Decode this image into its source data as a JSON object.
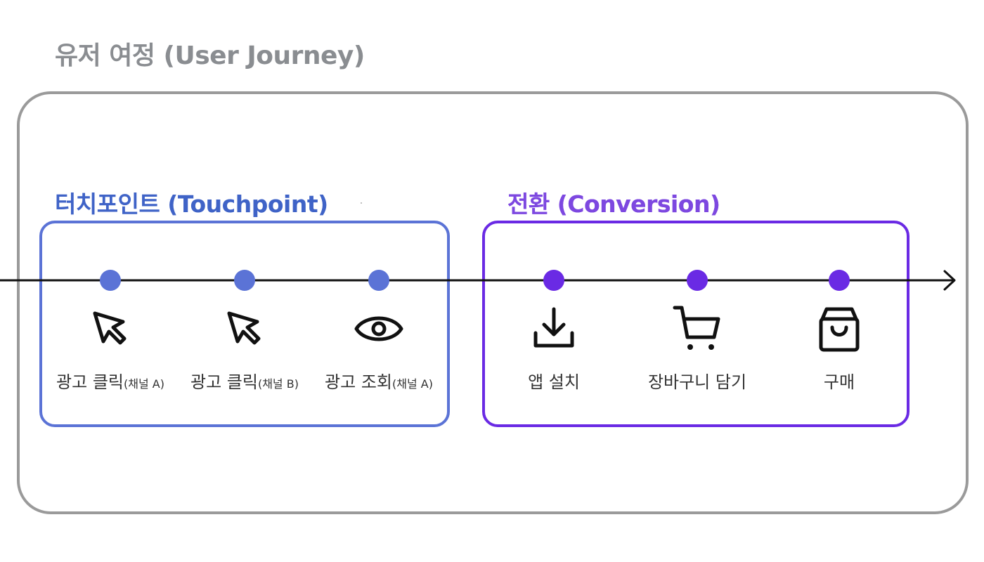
{
  "title": "유저 여정 (User Journey)",
  "groups": {
    "touchpoint": {
      "title": "터치포인트 (Touchpoint)",
      "color": "#5b73d6",
      "title_color": "#3f63c7",
      "steps": [
        {
          "label": "광고 클릭",
          "sub": "(채널 A)",
          "icon": "cursor-icon"
        },
        {
          "label": "광고 클릭",
          "sub": "(채널 B)",
          "icon": "cursor-icon"
        },
        {
          "label": "광고 조회",
          "sub": "(채널 A)",
          "icon": "eye-icon"
        }
      ]
    },
    "conversion": {
      "title": "전환 (Conversion)",
      "color": "#6a2ae4",
      "title_color": "#7d48e0",
      "steps": [
        {
          "label": "앱 설치",
          "icon": "download-icon"
        },
        {
          "label": "장바구니 담기",
          "icon": "cart-icon"
        },
        {
          "label": "구매",
          "icon": "shopping-bag-icon"
        }
      ]
    }
  },
  "frame_color": "#9a9a9a",
  "title_color": "#8a8d91"
}
